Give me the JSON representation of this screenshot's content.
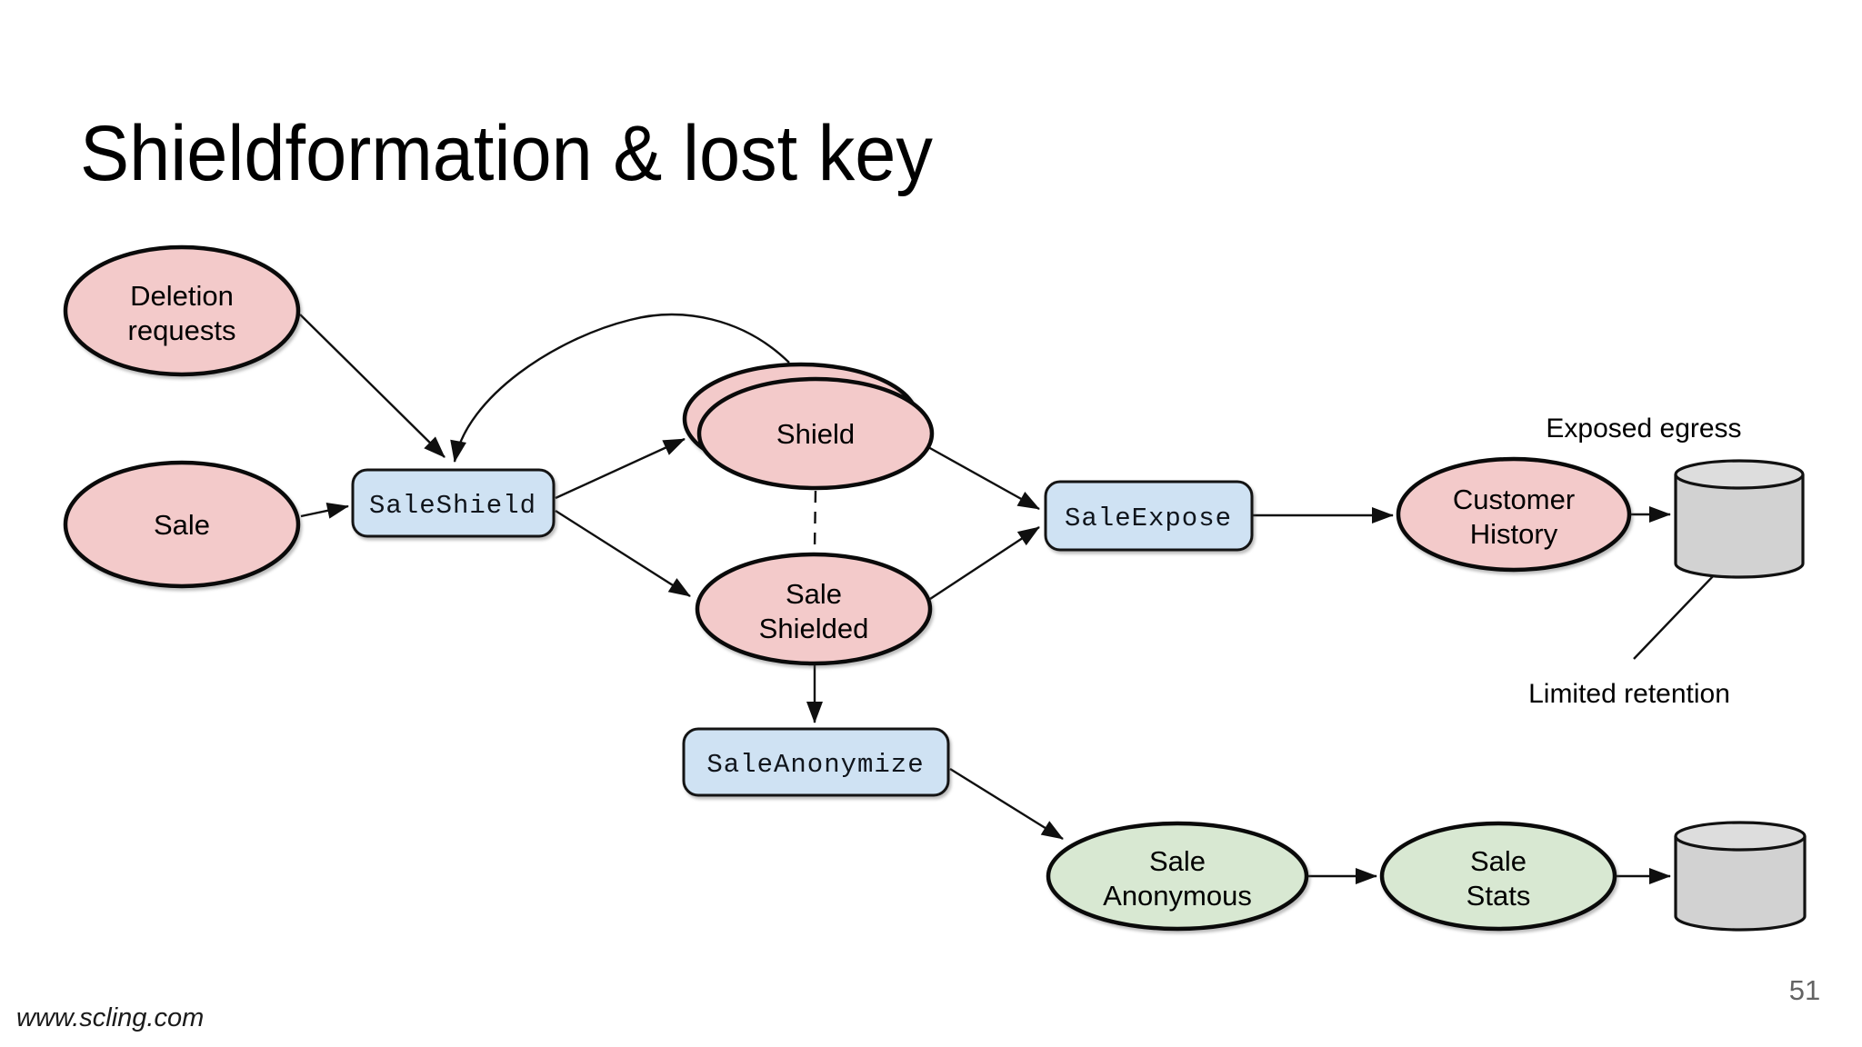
{
  "slide": {
    "title": "Shieldformation & lost key",
    "page_number": "51",
    "website": "www.scling.com"
  },
  "colors": {
    "dataset_fill": "#f3caca",
    "anonymous_fill": "#d8e8d2",
    "job_fill": "#cfe2f3",
    "storage_body_fill": "#d2d2d2",
    "storage_top_fill": "#dddddd",
    "stroke": "#0f0f0f",
    "page_number_color": "#636363"
  },
  "nodes": {
    "deletion_requests": {
      "label": "Deletion requests",
      "line1": "Deletion",
      "line2": "requests"
    },
    "sale": {
      "label": "Sale"
    },
    "sale_shield": {
      "label": "SaleShield"
    },
    "shield": {
      "label": "Shield"
    },
    "sale_shielded": {
      "label": "Sale Shielded",
      "line1": "Sale",
      "line2": "Shielded"
    },
    "sale_expose": {
      "label": "SaleExpose"
    },
    "customer_history": {
      "label": "Customer History",
      "line1": "Customer",
      "line2": "History"
    },
    "sale_anonymize": {
      "label": "SaleAnonymize"
    },
    "sale_anonymous": {
      "label": "Sale Anonymous",
      "line1": "Sale",
      "line2": "Anonymous"
    },
    "sale_stats": {
      "label": "Sale Stats",
      "line1": "Sale",
      "line2": "Stats"
    }
  },
  "annotations": {
    "exposed_egress": "Exposed egress",
    "limited_retention": "Limited retention"
  }
}
